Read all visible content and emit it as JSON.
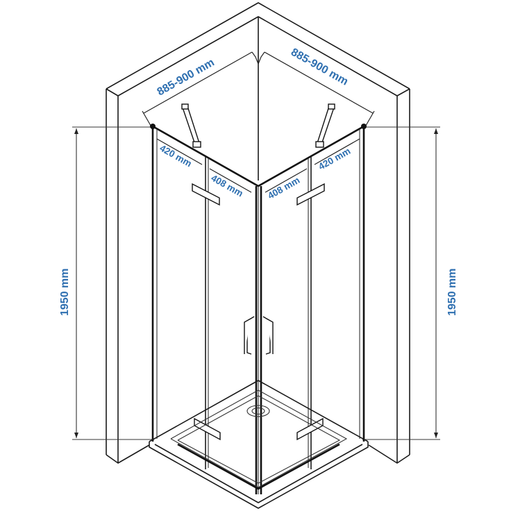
{
  "diagram": {
    "subject": "Corner shower enclosure with bi-fold doors and shower tray",
    "label_color": "#2e6fb0",
    "line_color": "#1a1a1a",
    "dimensions": {
      "left_width": "885-900 mm",
      "right_width": "885-900 mm",
      "left_fixed_panel": "420 mm",
      "left_door_panel": "408 mm",
      "right_door_panel": "408 mm",
      "right_fixed_panel": "420 mm",
      "left_height": "1950 mm",
      "right_height": "1950 mm"
    },
    "components": [
      "wall-corner",
      "glass-panel-left-fixed",
      "glass-panel-left-door",
      "glass-panel-right-door",
      "glass-panel-right-fixed",
      "stabilizer-bar-left",
      "stabilizer-bar-right",
      "door-handles",
      "hinges",
      "shower-tray",
      "drain"
    ]
  }
}
